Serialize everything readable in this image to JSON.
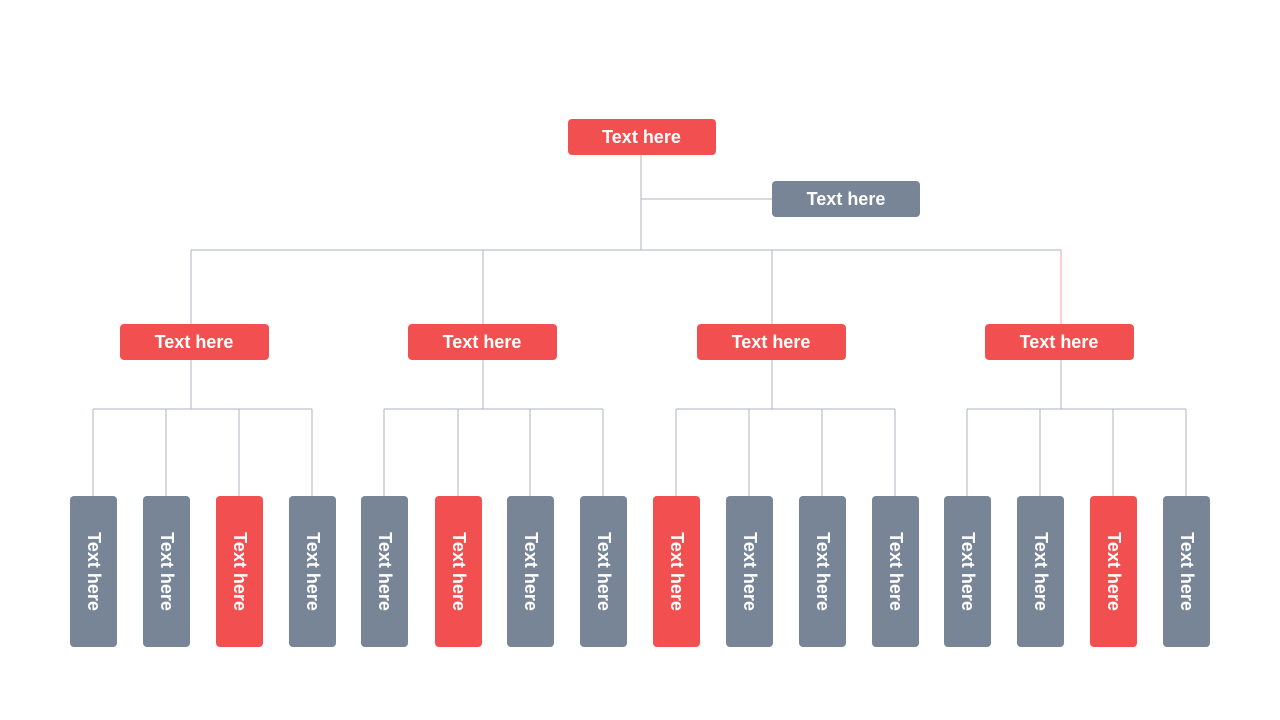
{
  "colors": {
    "accent": "#F25050",
    "neutral": "#788596",
    "line": "#AEB3C2",
    "line_accent": "#F4A0A0"
  },
  "root": {
    "label": "Text here",
    "variant": "accent"
  },
  "side": {
    "label": "Text here",
    "variant": "neutral"
  },
  "branches": [
    {
      "label": "Text here",
      "variant": "accent",
      "children": [
        {
          "label": "Text here",
          "variant": "neutral"
        },
        {
          "label": "Text here",
          "variant": "neutral"
        },
        {
          "label": "Text here",
          "variant": "accent"
        },
        {
          "label": "Text here",
          "variant": "neutral"
        }
      ]
    },
    {
      "label": "Text here",
      "variant": "accent",
      "children": [
        {
          "label": "Text here",
          "variant": "neutral"
        },
        {
          "label": "Text here",
          "variant": "accent"
        },
        {
          "label": "Text here",
          "variant": "neutral"
        },
        {
          "label": "Text here",
          "variant": "neutral"
        }
      ]
    },
    {
      "label": "Text here",
      "variant": "accent",
      "children": [
        {
          "label": "Text here",
          "variant": "accent"
        },
        {
          "label": "Text here",
          "variant": "neutral"
        },
        {
          "label": "Text here",
          "variant": "neutral"
        },
        {
          "label": "Text here",
          "variant": "neutral"
        }
      ]
    },
    {
      "label": "Text here",
      "variant": "accent",
      "children": [
        {
          "label": "Text here",
          "variant": "neutral"
        },
        {
          "label": "Text here",
          "variant": "neutral"
        },
        {
          "label": "Text here",
          "variant": "accent"
        },
        {
          "label": "Text here",
          "variant": "neutral"
        }
      ]
    }
  ]
}
